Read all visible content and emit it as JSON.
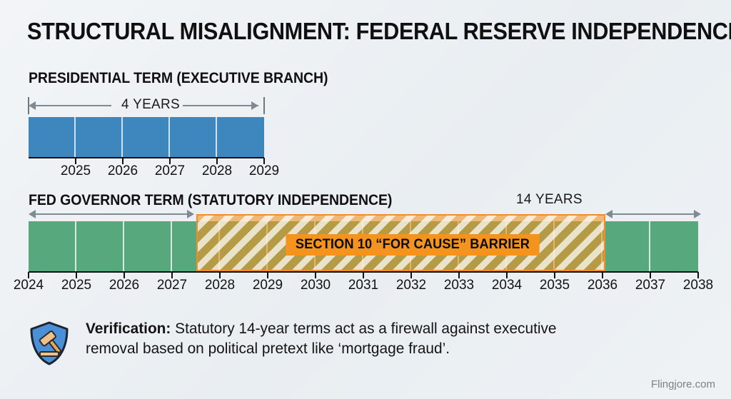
{
  "title": "STRUCTURAL MISALIGNMENT: FEDERAL RESERVE INDEPENDENCE",
  "sections": {
    "presidential": {
      "heading": "PRESIDENTIAL TERM (EXECUTIVE BRANCH)",
      "measure_label": "4 YEARS",
      "bar_color": "#3d86be",
      "tick_labels": [
        "2025",
        "2026",
        "2027",
        "2028",
        "2029"
      ]
    },
    "fed": {
      "heading": "FED GOVERNOR TERM (STATUTORY INDEPENDENCE)",
      "measure_label": "14 YEARS",
      "bar_color": "#57a97d",
      "barrier_label": "SECTION 10 “FOR CAUSE” BARRIER",
      "barrier_color": "#f5931f",
      "barrier_start_year": "2027.6",
      "barrier_end_year": "2036",
      "tick_labels": [
        "2024",
        "2025",
        "2026",
        "2027",
        "2028",
        "2029",
        "2030",
        "2031",
        "2032",
        "2033",
        "2034",
        "2035",
        "2036",
        "2037",
        "2038"
      ]
    }
  },
  "verification": {
    "icon": "shield-gavel-icon",
    "label": "Verification:",
    "line1": " Statutory 14-year terms act as a firewall against executive",
    "line2": "removal based on political pretext like ‘mortgage fraud’."
  },
  "watermark": "Flingjore.com",
  "chart_data": {
    "type": "bar",
    "title": "STRUCTURAL MISALIGNMENT: FEDERAL RESERVE INDEPENDENCE",
    "orientation": "horizontal-timeline",
    "xlabel": "",
    "ylabel": "",
    "series": [
      {
        "name": "Presidential Term (Executive Branch)",
        "color": "#3d86be",
        "start": 2025,
        "end": 2029,
        "duration_years": 4,
        "annotation": "4 YEARS",
        "tick_labels": [
          "2025",
          "2026",
          "2027",
          "2028",
          "2029"
        ]
      },
      {
        "name": "Fed Governor Term (Statutory Independence)",
        "color": "#57a97d",
        "start": 2024,
        "end": 2038,
        "duration_years": 14,
        "annotation": "14 YEARS",
        "tick_labels": [
          "2024",
          "2025",
          "2026",
          "2027",
          "2028",
          "2029",
          "2030",
          "2031",
          "2032",
          "2033",
          "2034",
          "2035",
          "2036",
          "2037",
          "2038"
        ]
      },
      {
        "name": "Section 10 “For Cause” Barrier",
        "color": "#f5931f",
        "pattern": "diagonal-hatch",
        "start": 2027.6,
        "end": 2036,
        "annotation": "SECTION 10 “FOR CAUSE” BARRIER"
      }
    ],
    "xlim": [
      2024,
      2038
    ],
    "grid": false,
    "legend": "none"
  }
}
